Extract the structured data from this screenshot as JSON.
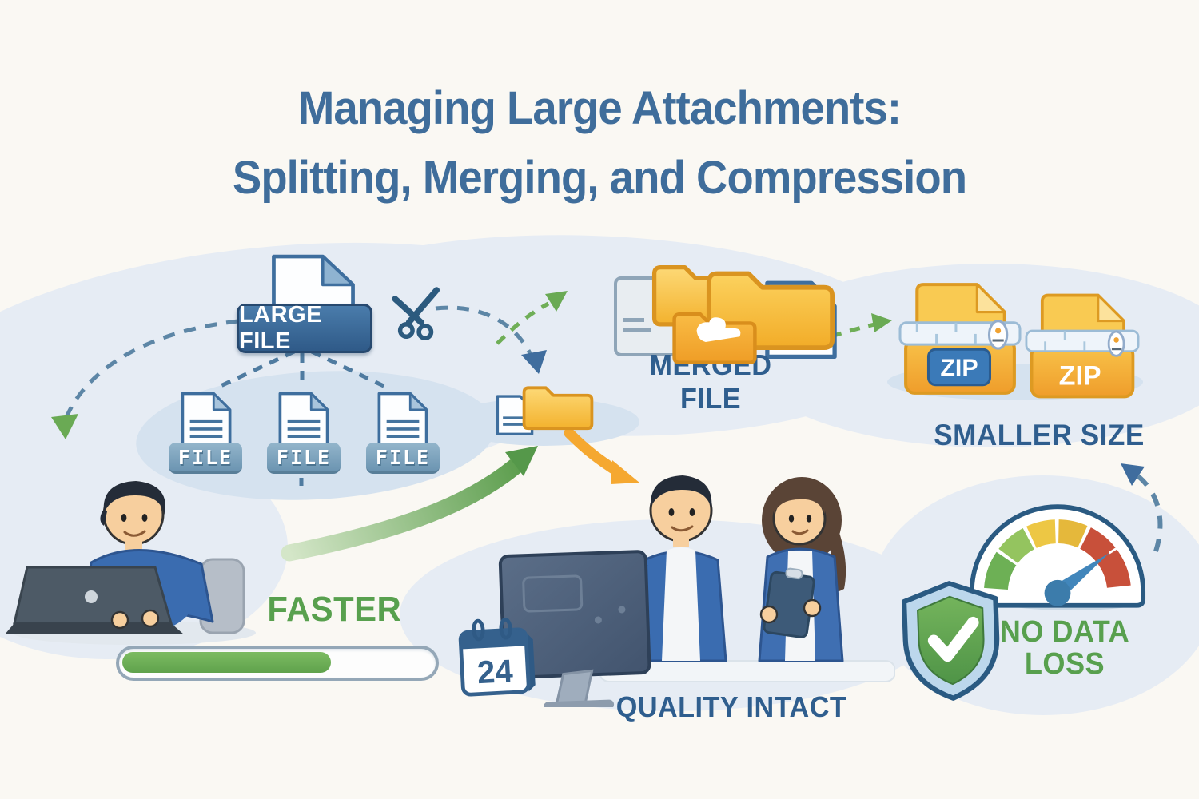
{
  "title": {
    "line1": "Managing Large Attachments:",
    "line2": "Splitting, Merging, and Compression"
  },
  "flow": {
    "large_file": {
      "label": "LARGE FILE"
    },
    "split_files": [
      {
        "label": "FILE"
      },
      {
        "label": "FILE"
      },
      {
        "label": "FILE"
      }
    ],
    "merged_file": {
      "label": "MERGED FILE"
    },
    "compressed": {
      "zip_badges": [
        "ZIP",
        "ZIP"
      ],
      "label": "SMALLER SIZE"
    }
  },
  "benefits": {
    "faster": {
      "label": "FASTER",
      "progress_percent": 66
    },
    "quality": {
      "label": "QUALITY INTACT",
      "calendar_day": "24"
    },
    "no_data_loss": {
      "line1": "NO DATA",
      "line2": "LOSS"
    }
  },
  "icons": {
    "scissors": "scissors-icon",
    "document": "document-icon",
    "folder": "folder-icon",
    "zip_file": "zip-file-icon",
    "calendar": "calendar-icon",
    "shield_check": "shield-check-icon",
    "gauge": "gauge-icon",
    "progress_bar": "progress-bar"
  },
  "colors": {
    "title_blue": "#3f6d9b",
    "label_blue": "#2f5e8e",
    "badge_blue": "#35618d",
    "zip_badge_blue": "#3b7ab8",
    "green": "#58a04e",
    "arrow_green": "#6aaa54",
    "dash_blue": "#5d86a6",
    "folder_yellow": "#f5b93c",
    "orange_arrow": "#f5a830",
    "gauge_red": "#c8503a",
    "background": "#faf8f3"
  }
}
